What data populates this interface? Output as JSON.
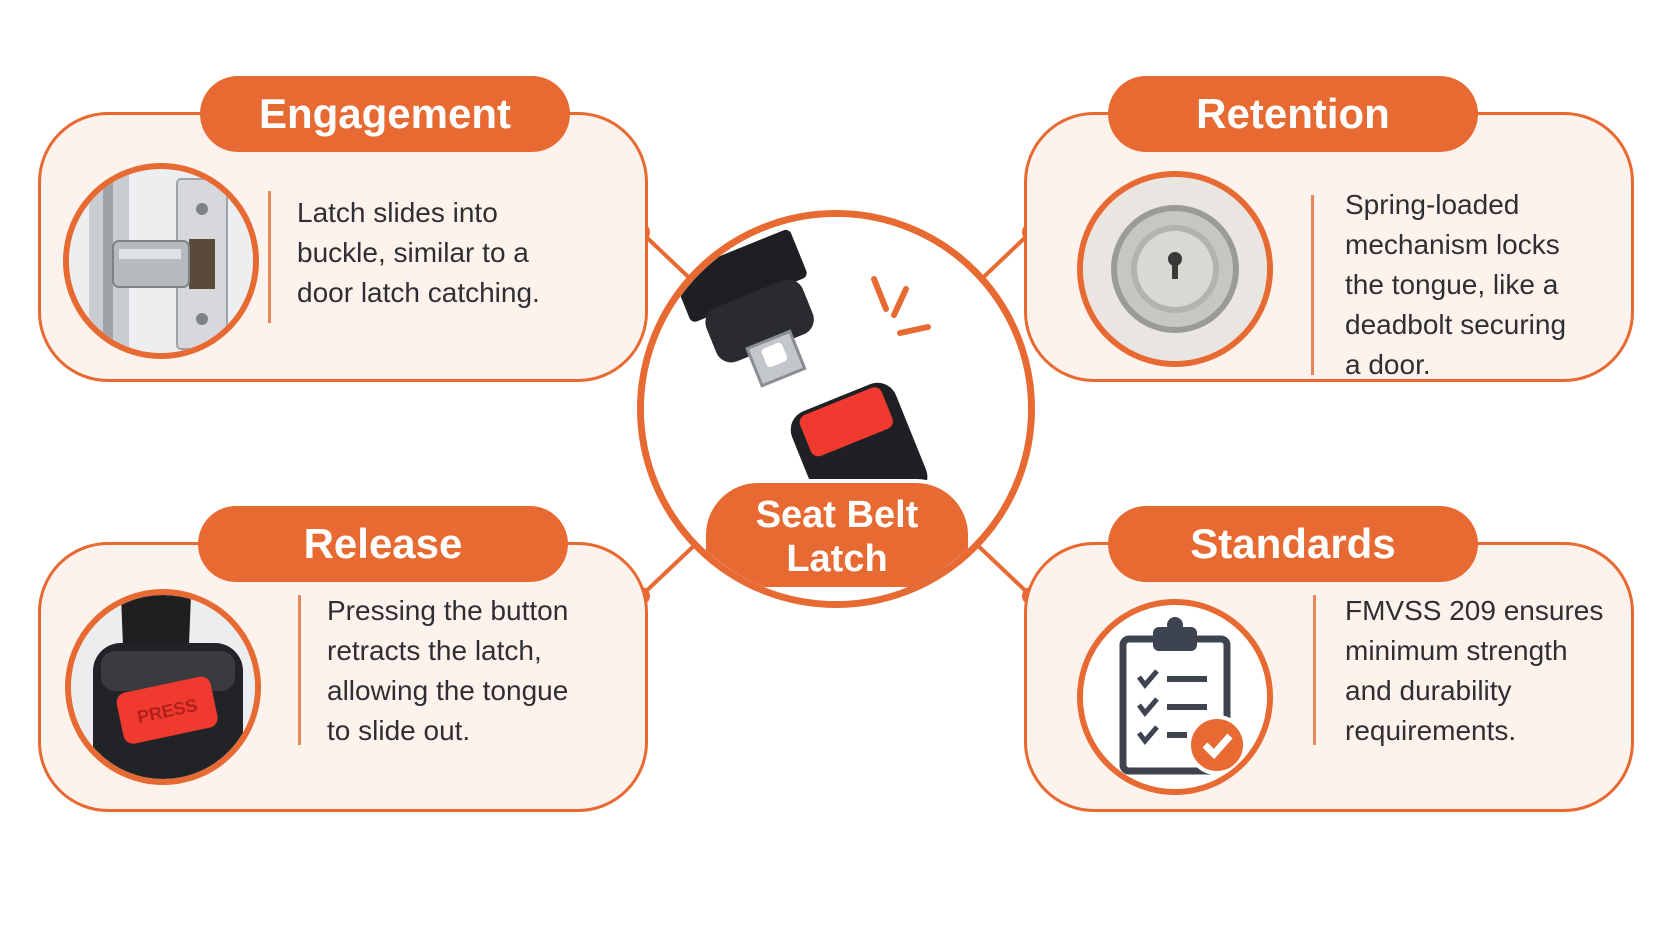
{
  "colors": {
    "accent": "#e86a33",
    "card_fill": "#fdf3ec",
    "text": "#2f2f33",
    "button_red": "#f03a30",
    "icon_dark": "#3d4450"
  },
  "center": {
    "label_line1": "Seat Belt",
    "label_line2": "Latch",
    "image_icon": "seat-belt-buckle-icon"
  },
  "cards": {
    "engagement": {
      "title": "Engagement",
      "icon": "door-latch-icon",
      "text_lines": [
        "Latch slides into",
        "buckle, similar to a",
        "door latch catching."
      ]
    },
    "retention": {
      "title": "Retention",
      "icon": "deadbolt-lock-icon",
      "text_lines": [
        "Spring-loaded",
        "mechanism locks",
        "the tongue, like a",
        "deadbolt securing",
        "a door."
      ]
    },
    "release": {
      "title": "Release",
      "icon": "buckle-release-button-icon",
      "button_text": "PRESS",
      "text_lines": [
        "Pressing the button",
        "retracts the latch,",
        "allowing the tongue",
        "to slide out."
      ]
    },
    "standards": {
      "title": "Standards",
      "icon": "clipboard-checklist-icon",
      "text_lines": [
        "FMVSS 209 ensures",
        "minimum strength",
        "and durability",
        "requirements."
      ]
    }
  }
}
